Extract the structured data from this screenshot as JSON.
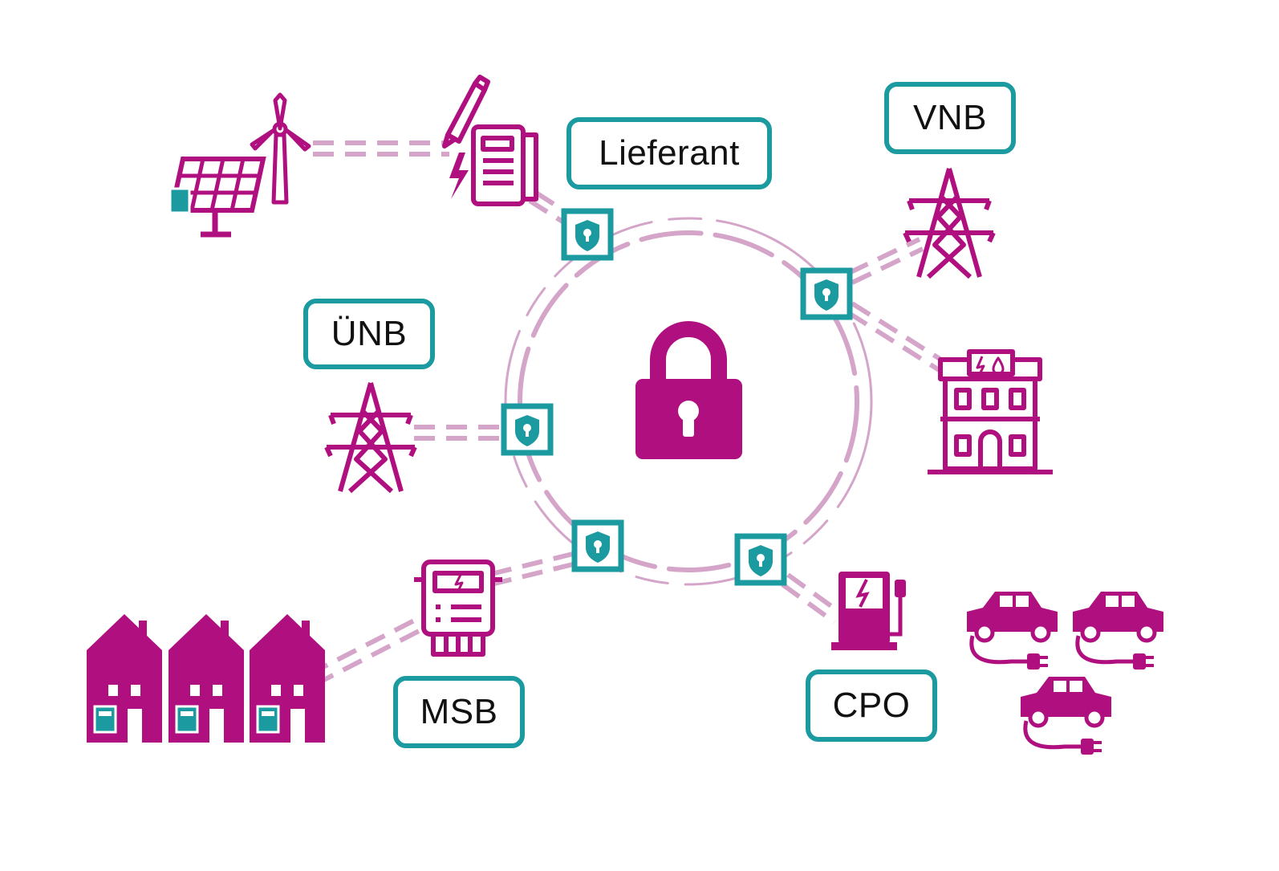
{
  "colors": {
    "accent": "#b0107f",
    "connector": "#d4a5c9",
    "teal": "#1b9aa0"
  },
  "labels": {
    "lieferant": "Lieferant",
    "vnb": "VNB",
    "unb": "ÜNB",
    "msb": "MSB",
    "cpo": "CPO"
  },
  "icons": {
    "center": "padlock-icon",
    "nodes": "shield-lock-icon",
    "generation": [
      "solar-panel-icon",
      "wind-turbine-icon"
    ],
    "supplier": "contract-pen-icon",
    "grid": "power-pylon-icon",
    "building": "utility-building-icon",
    "meter": "smart-meter-icon",
    "homes": "house-icon",
    "charging": "ev-charger-icon",
    "vehicles": "electric-car-icon"
  }
}
